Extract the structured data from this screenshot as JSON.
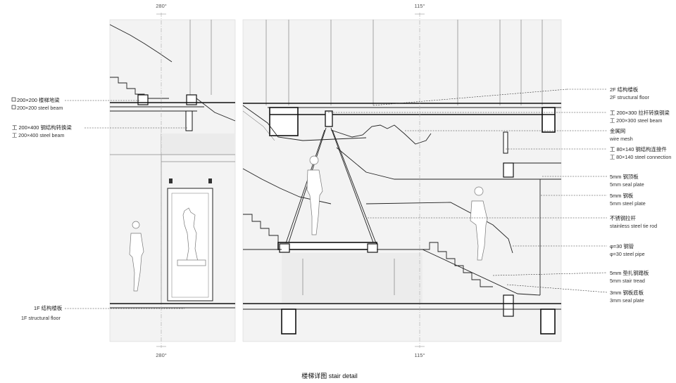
{
  "axes": {
    "left_top": "280°",
    "left_bottom": "280°",
    "right_top": "115°",
    "right_bottom": "115°"
  },
  "caption": "楼梯详图 stair detail",
  "labels_left": [
    {
      "cn": "200×200 楼梯地梁",
      "en": "200×200 steel beam"
    },
    {
      "cn": "工 200×400 钢结构转换梁",
      "en": "工 200×400 steel beam"
    },
    {
      "cn": "1F 结构楼板",
      "en": "1F structural floor"
    }
  ],
  "labels_right": [
    {
      "cn": "2F 结构楼板",
      "en": "2F structural floor"
    },
    {
      "cn": "工 200×300 拉杆转换钢梁",
      "en": "工 200×300 steel beam"
    },
    {
      "cn": "金属网",
      "en": "wire mesh"
    },
    {
      "cn": "工 80×140 钢结构连接件",
      "en": "工 80×140 steel connection"
    },
    {
      "cn": "5mm 钢顶板",
      "en": "5mm seal plate"
    },
    {
      "cn": "5mm 钢板",
      "en": "5mm steel plate"
    },
    {
      "cn": "不锈钢拉杆",
      "en": "stainless steel tie rod"
    },
    {
      "cn": "φ=30 钢管",
      "en": "φ=30 steel pipe"
    },
    {
      "cn": "5mm 垫扎钢踏板",
      "en": "5mm stair tread"
    },
    {
      "cn": "3mm 钢板底板",
      "en": "3mm seal plate"
    }
  ],
  "colors": {
    "background": "#ffffff",
    "panel": "#f4f4f4",
    "line": "#111111"
  }
}
